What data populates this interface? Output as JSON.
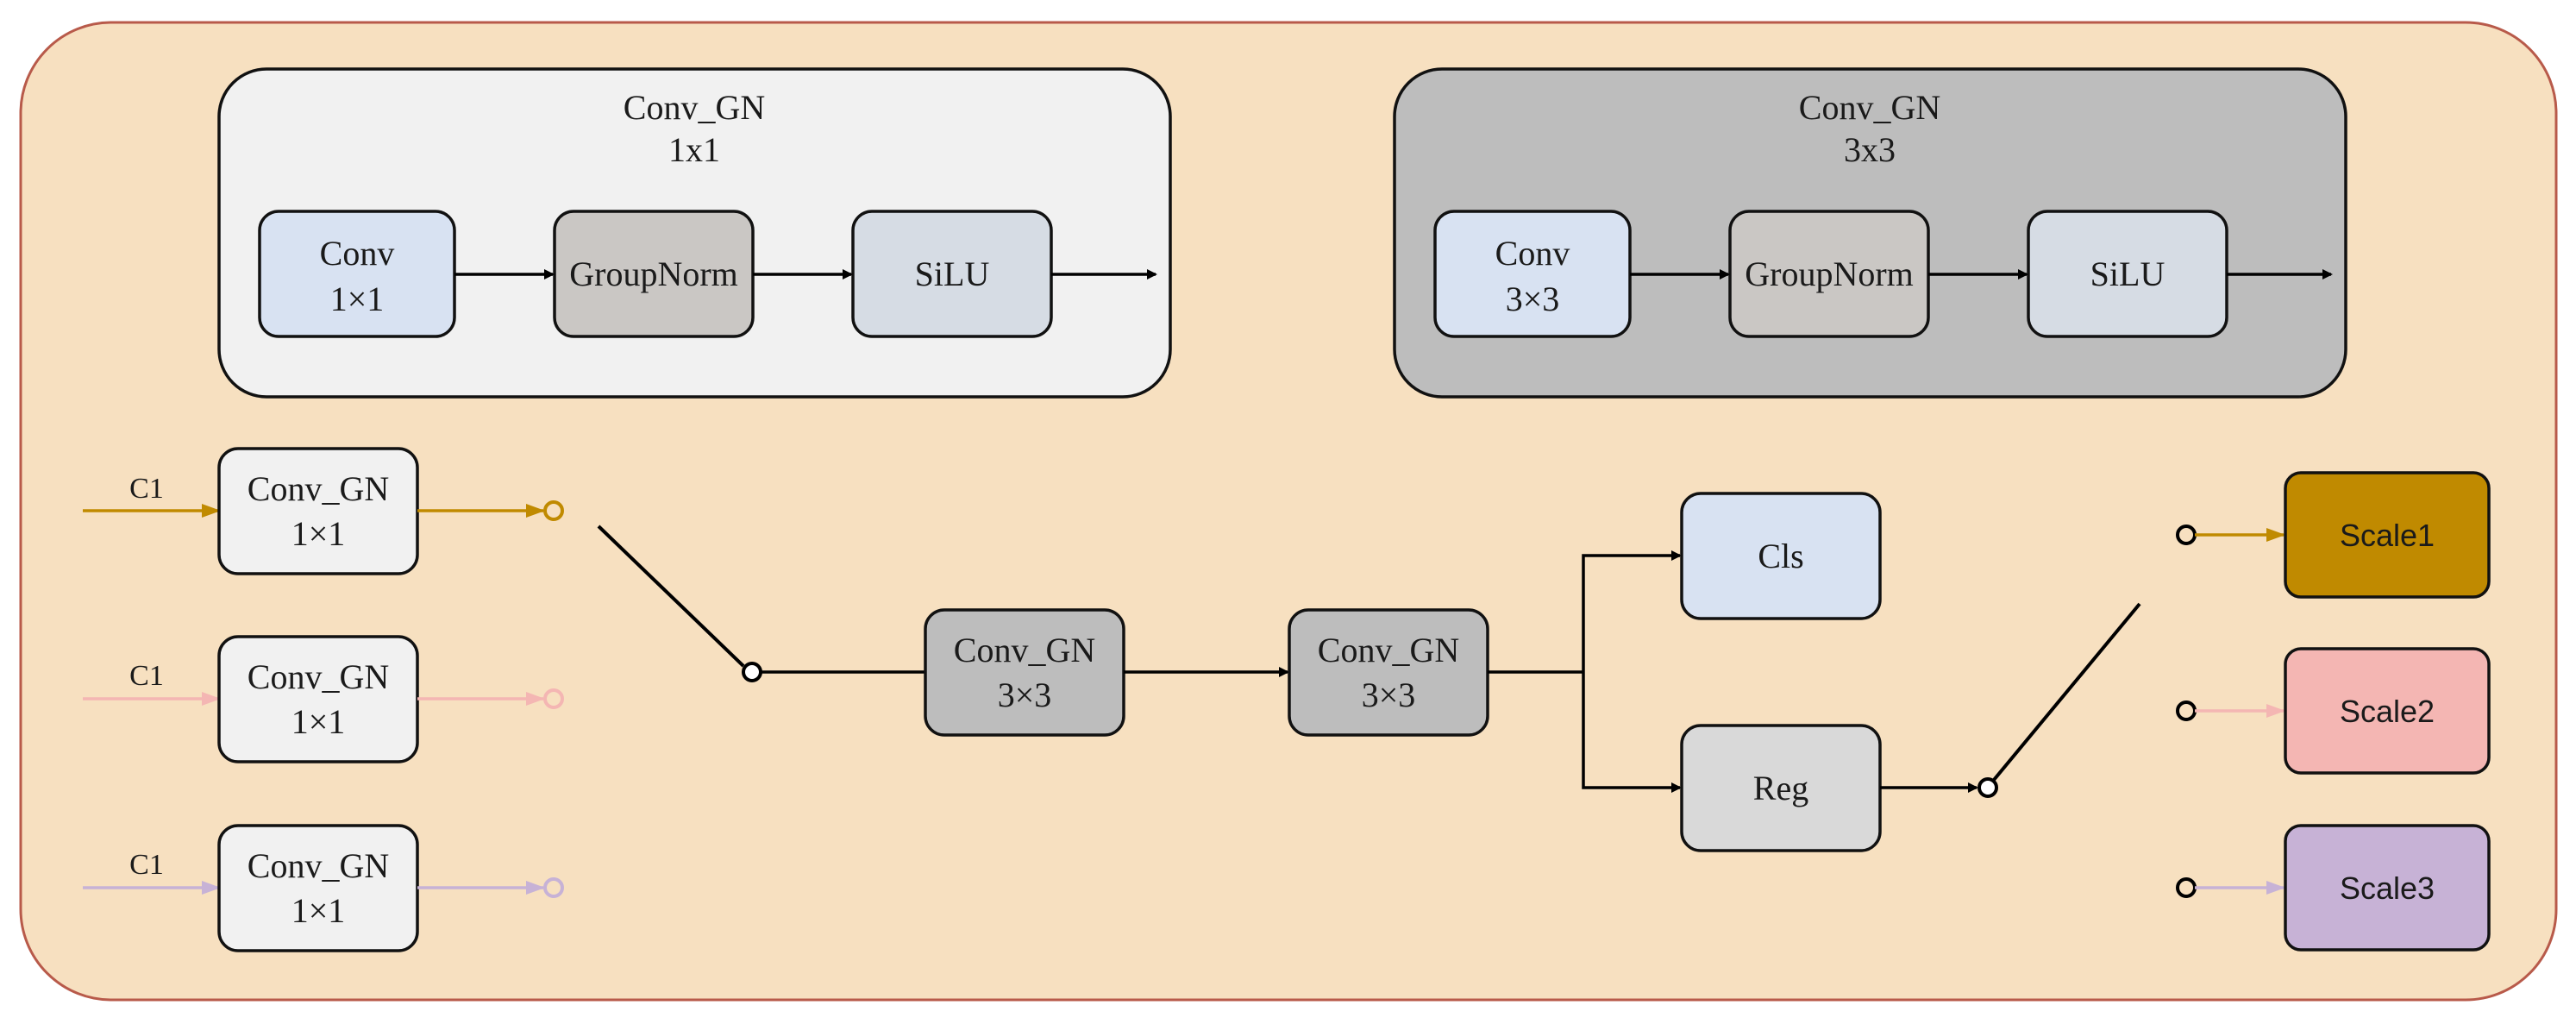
{
  "colors": {
    "background": "#f7e0c0",
    "background_border": "#b85a4a",
    "panel_1x1": "#f1f1f1",
    "panel_3x3": "#bdbdbd",
    "conv_block": "#d8e2f2",
    "groupnorm_block": "#cac7c4",
    "silu_block": "#d6dce4",
    "conv_gn_gray": "#bdbdbd",
    "cls_block": "#d8e2f2",
    "reg_block": "#d9d9d9",
    "scale1": "#c08a00",
    "scale2": "#f4b6b3",
    "scale3": "#c7b2d6",
    "line_scale1": "#c08a00",
    "line_scale2": "#f4b6b3",
    "line_scale3": "#c7b2d6",
    "line_main": "#000000"
  },
  "legend_1x1": {
    "title_line1": "Conv_GN",
    "title_line2": "1x1",
    "conv_line1": "Conv",
    "conv_line2": "1×1",
    "groupnorm": "GroupNorm",
    "silu": "SiLU"
  },
  "legend_3x3": {
    "title_line1": "Conv_GN",
    "title_line2": "3x3",
    "conv_line1": "Conv",
    "conv_line2": "3×3",
    "groupnorm": "GroupNorm",
    "silu": "SiLU"
  },
  "inputs": [
    {
      "label": "C1",
      "block_line1": "Conv_GN",
      "block_line2": "1×1"
    },
    {
      "label": "C1",
      "block_line1": "Conv_GN",
      "block_line2": "1×1"
    },
    {
      "label": "C1",
      "block_line1": "Conv_GN",
      "block_line2": "1×1"
    }
  ],
  "shared": {
    "conv_gn_a_line1": "Conv_GN",
    "conv_gn_a_line2": "3×3",
    "conv_gn_b_line1": "Conv_GN",
    "conv_gn_b_line2": "3×3"
  },
  "heads": {
    "cls": "Cls",
    "reg": "Reg"
  },
  "outputs": [
    {
      "label": "Scale1"
    },
    {
      "label": "Scale2"
    },
    {
      "label": "Scale3"
    }
  ]
}
